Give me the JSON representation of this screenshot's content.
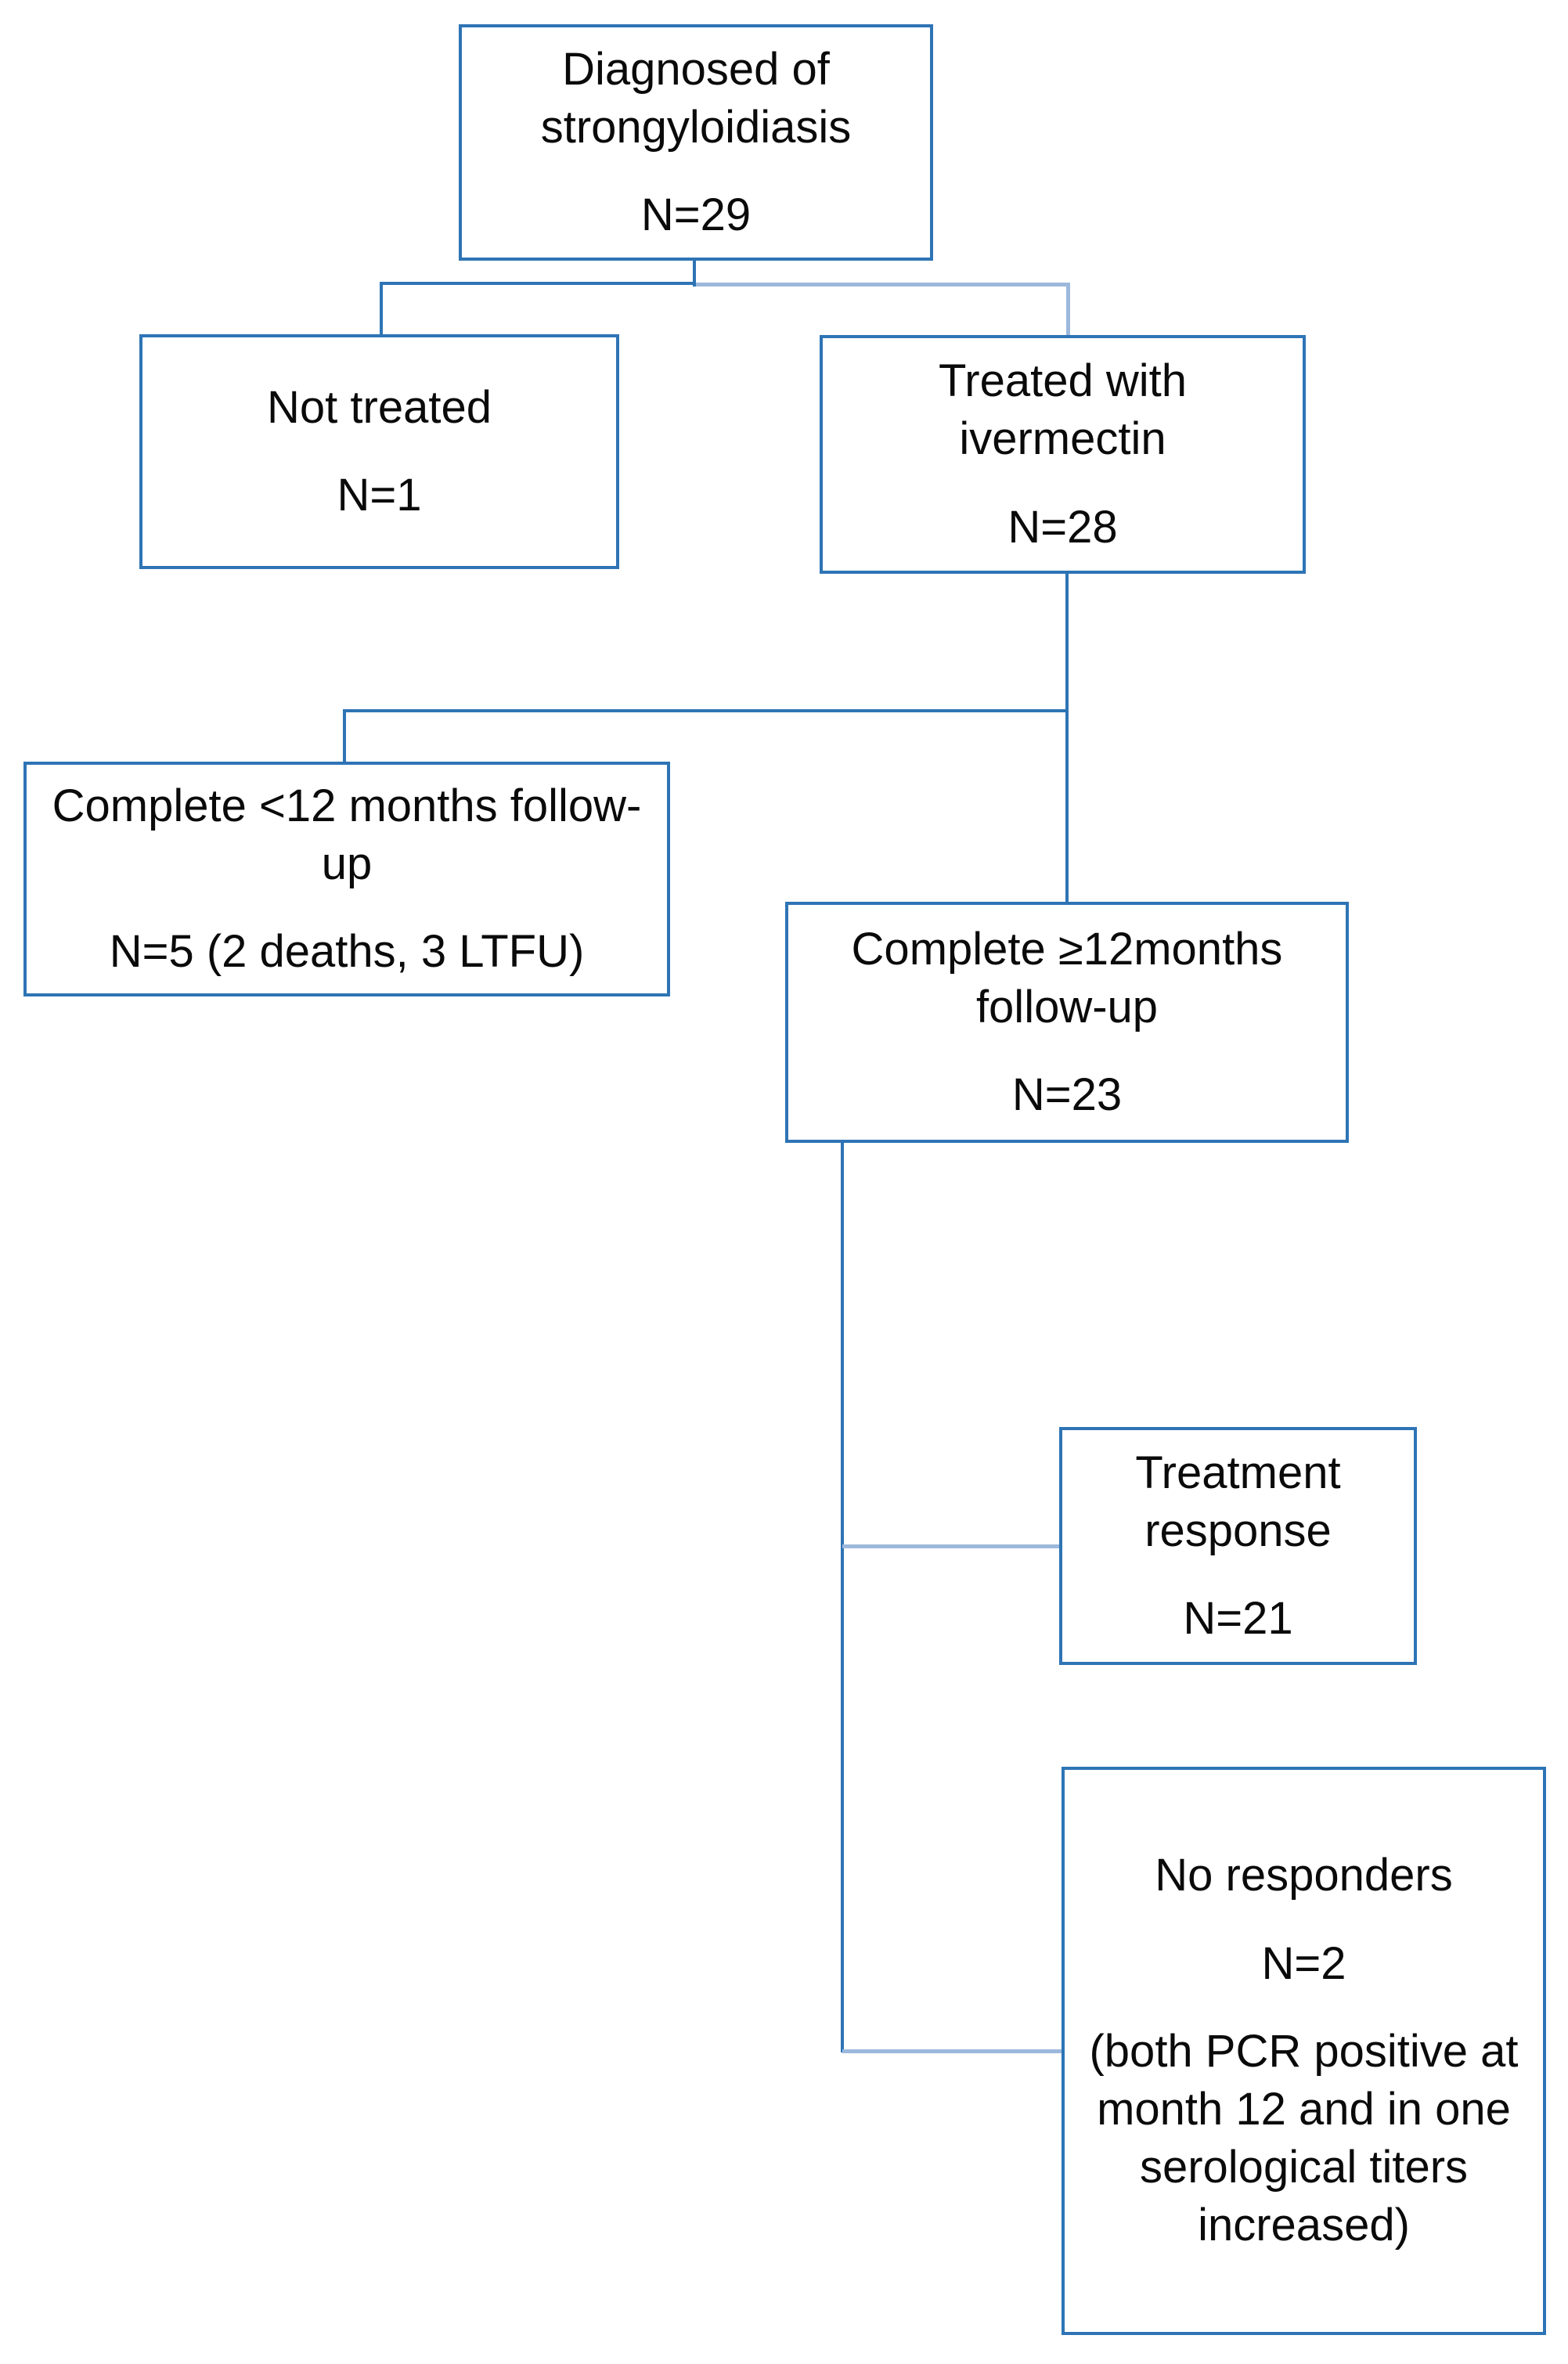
{
  "figure": {
    "type": "flowchart",
    "description_visible_text_only": true
  },
  "colors": {
    "box_border": "#2E74B5",
    "connector_dark": "#2E74B5",
    "connector_light": "#9CB8DC",
    "text": "#0a0a0a",
    "background": "#ffffff"
  },
  "boxes": {
    "diagnosed": {
      "title": "Diagnosed of strongyloidiasis",
      "n": "N=29"
    },
    "not_treated": {
      "title": "Not treated",
      "n": "N=1"
    },
    "treated": {
      "title": "Treated with ivermectin",
      "n": "N=28"
    },
    "incomplete_followup": {
      "title": "Complete <12 months follow-up",
      "n": "N=5 (2 deaths, 3 LTFU)"
    },
    "complete_followup": {
      "title": "Complete ≥12months follow-up",
      "n": "N=23"
    },
    "treatment_response": {
      "title": "Treatment response",
      "n": "N=21"
    },
    "no_responders": {
      "title": "No responders",
      "n": "N=2",
      "note": "(both PCR positive at month 12 and in one serological titers increased)"
    }
  }
}
